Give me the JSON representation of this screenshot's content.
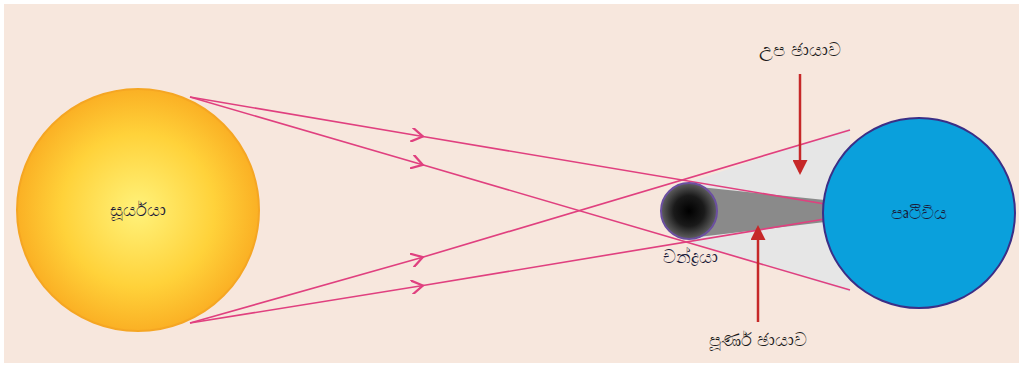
{
  "diagram": {
    "nodes": [
      {
        "text": [
          "සූර්යයා"
        ]
      },
      {
        "text": [
          "චන්ද්‍රයා"
        ]
      },
      {
        "text": [
          "පෘථිවිය"
        ]
      }
    ],
    "labels": [
      "උප ඡායාව",
      "පූර්ණ ඡායාව"
    ]
  }
}
